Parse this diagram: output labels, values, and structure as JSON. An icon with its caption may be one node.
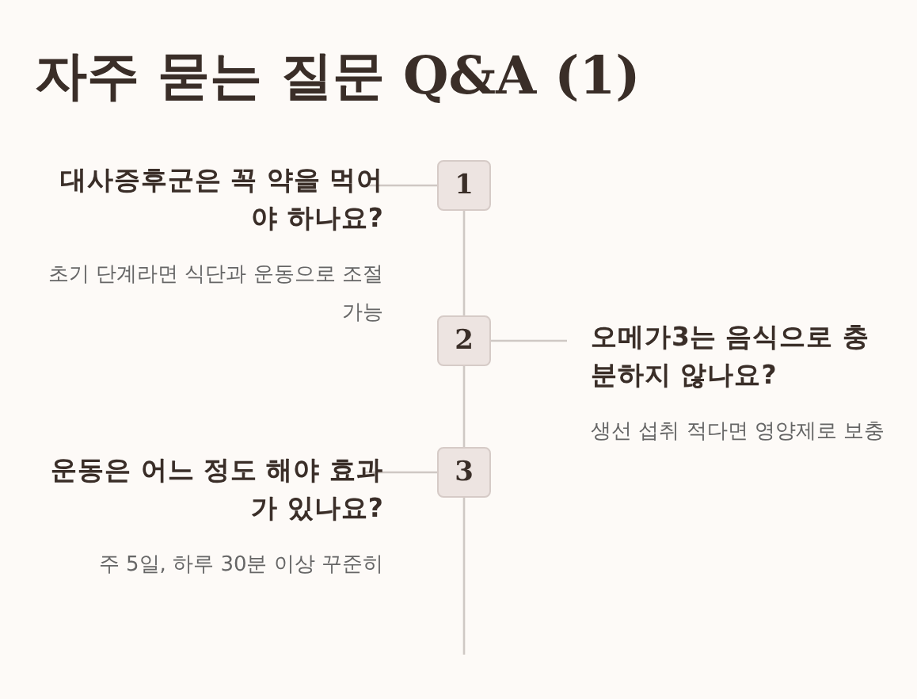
{
  "diagram": {
    "title": "자주 묻는 질문 Q&A (1)",
    "nodes": [
      {
        "text": [
          "1"
        ]
      },
      {
        "text": [
          "대사증후군은 꼭 약을 먹어야 하나요?",
          "초기 단계라면 식단과 운동으로 조절 가능"
        ]
      },
      {
        "text": [
          "2"
        ]
      },
      {
        "text": [
          "오메가3는 음식으로 충분하지 않나요?",
          "생선 섭취 적다면 영양제로 보충"
        ]
      },
      {
        "text": [
          "3"
        ]
      },
      {
        "text": [
          "운동은 어느 정도 해야 효과가 있나요?",
          "주 5일, 하루 30분 이상 꾸준히"
        ]
      }
    ],
    "edges": [
      {
        "from": 1,
        "to": 0,
        "arrow": "none"
      },
      {
        "from": 0,
        "to": 2,
        "arrow": "none"
      },
      {
        "from": 2,
        "to": 3,
        "arrow": "none"
      },
      {
        "from": 2,
        "to": 4,
        "arrow": "none"
      },
      {
        "from": 5,
        "to": 4,
        "arrow": "none"
      },
      {
        "from": 4,
        "to": null,
        "arrow": "none"
      }
    ]
  }
}
